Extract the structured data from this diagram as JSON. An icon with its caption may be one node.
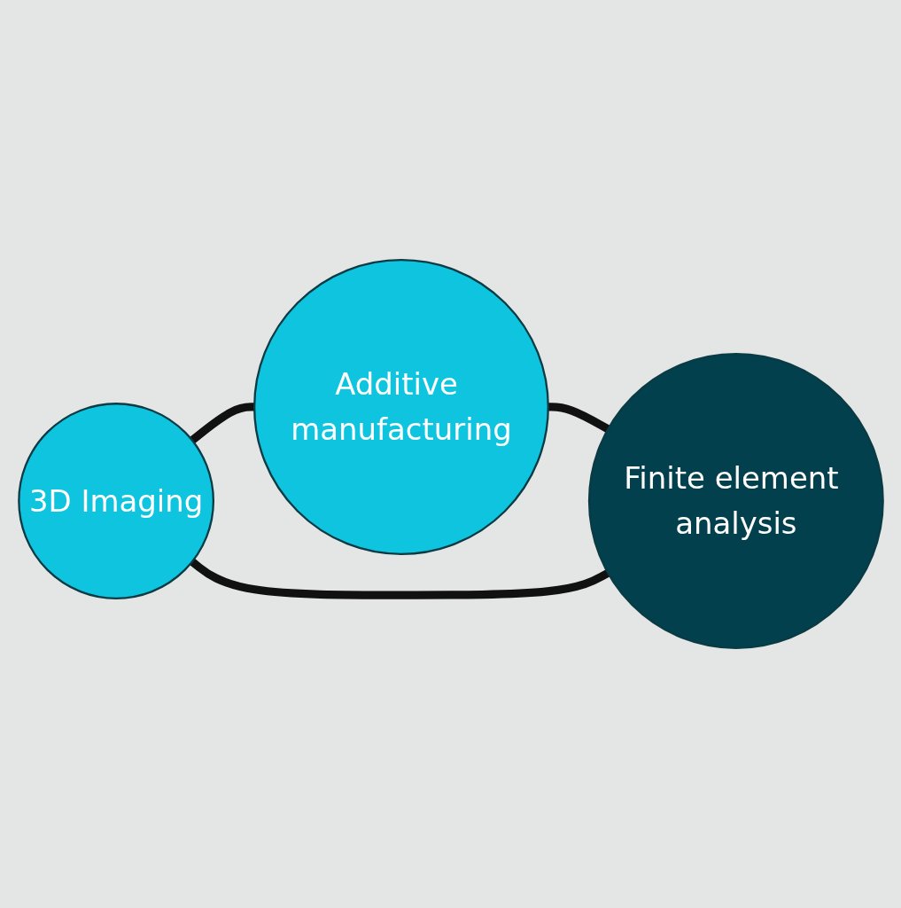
{
  "diagram": {
    "nodes": [
      {
        "text": [
          "Additive manufacturing"
        ]
      },
      {
        "text": [
          "3D Imaging"
        ]
      },
      {
        "text": [
          "Finite element analysis"
        ]
      }
    ],
    "edges": [
      {
        "from": 1,
        "to": 0,
        "arrow": "none"
      },
      {
        "from": 0,
        "to": 2,
        "arrow": "none"
      },
      {
        "from": 1,
        "to": 2,
        "arrow": "none"
      }
    ]
  }
}
